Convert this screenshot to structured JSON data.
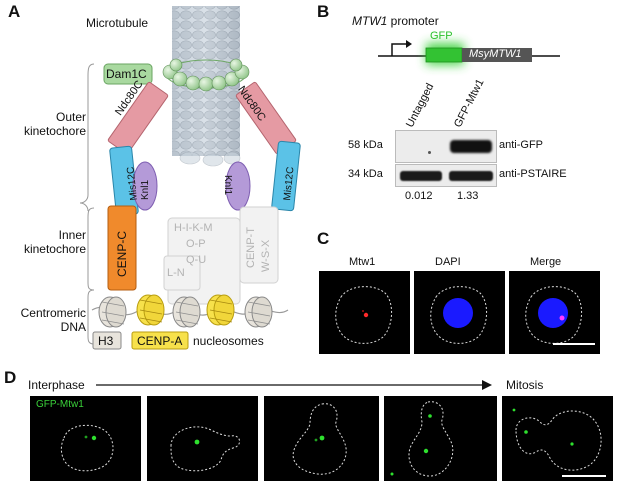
{
  "panels": {
    "a": "A",
    "b": "B",
    "c": "C",
    "d": "D"
  },
  "panel_a": {
    "microtubule": "Microtubule",
    "dam1c": "Dam1C",
    "ndc80c_left": "Ndc80C",
    "ndc80c_right": "Ndc80C",
    "mis12c_left": "Mis12C",
    "mis12c_right": "Mis12C",
    "knl1_left": "Knl1",
    "knl1_right": "Knl1",
    "cenp_c": "CENP-C",
    "cenp_hikm": "H-I-K-M",
    "cenp_op": "O-P",
    "cenp_qu": "Q-U",
    "cenp_ln": "L-N",
    "cenp_t": "CENP-T",
    "cenp_wsx": "W-S-X",
    "outer_line1": "Outer",
    "outer_line2": "kinetochore",
    "inner_line1": "Inner",
    "inner_line2": "kinetochore",
    "centro_line1": "Centromeric",
    "centro_line2": "DNA",
    "h3": "H3",
    "cenpa": "CENP-A",
    "nucleosomes": "nucleosomes"
  },
  "panel_b": {
    "promoter_gene": "MTW1",
    "promoter_word": "promoter",
    "gfp": "GFP",
    "msy": "MsyMTW1",
    "lane1": "Untagged",
    "lane2": "GFP-Mtw1",
    "kda58": "58 kDa",
    "kda34": "34 kDa",
    "anti_gfp": "anti-GFP",
    "anti_pstaire": "anti-PSTAIRE",
    "quant1": "0.012",
    "quant2": "1.33"
  },
  "panel_c": {
    "col1": "Mtw1",
    "col2": "DAPI",
    "col3": "Merge"
  },
  "panel_d": {
    "start": "Interphase",
    "end": "Mitosis",
    "label": "GFP-Mtw1"
  },
  "colors": {
    "dam1c": "#a9d9a0",
    "ndc80c": "#e59aa3",
    "mis12c": "#5bc2e7",
    "knl1": "#b49ad8",
    "cenp_c": "#f08a2c",
    "cenp_a": "#f7e14b",
    "gfp": "#3ad13a"
  }
}
